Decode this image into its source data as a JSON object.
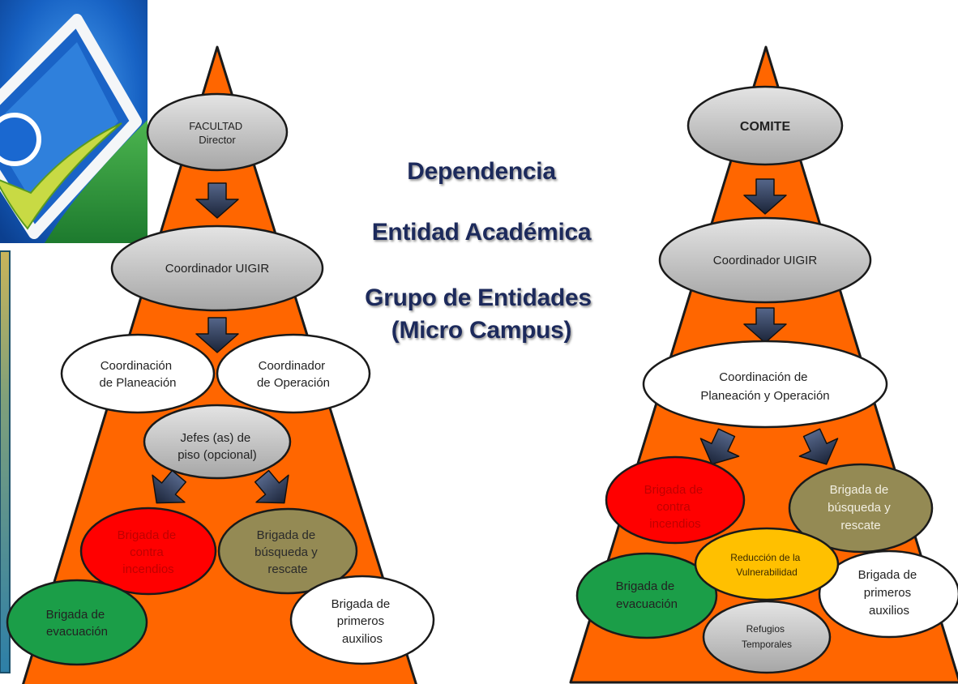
{
  "titles": [
    "Dependencia",
    "Entidad Académica",
    "Grupo de Entidades",
    "(Micro Campus)"
  ],
  "left_pyramid": {
    "facultad": [
      "FACULTAD",
      "Director"
    ],
    "coordinador": [
      "Coordinador UIGIR"
    ],
    "coord_planeacion": [
      "Coordinación",
      "de Planeación"
    ],
    "coord_operacion": [
      "Coordinador",
      "de Operación"
    ],
    "jefes_piso": [
      "Jefes (as) de",
      "piso (opcional)"
    ],
    "brigada_incendios": [
      "Brigada de",
      "contra",
      "incendios"
    ],
    "brigada_busqueda": [
      "Brigada de",
      "búsqueda y",
      "rescate"
    ],
    "brigada_evacuacion": [
      "Brigada de",
      "evacuación"
    ],
    "brigada_auxilios": [
      "Brigada de",
      "primeros",
      "auxilios"
    ]
  },
  "right_pyramid": {
    "comite": [
      "COMITE"
    ],
    "coordinador": [
      "Coordinador UIGIR"
    ],
    "coord_planeacion_operacion": [
      "Coordinación de",
      "Planeación y Operación"
    ],
    "brigada_incendios": [
      "Brigada de",
      "contra",
      "incendios"
    ],
    "brigada_busqueda": [
      "Brigada de",
      "búsqueda y",
      "rescate"
    ],
    "reduccion_vulnerabilidad": [
      "Reducción de la",
      "Vulnerabilidad"
    ],
    "brigada_evacuacion": [
      "Brigada de",
      "evacuación"
    ],
    "brigada_auxilios": [
      "Brigada de",
      "primeros",
      "auxilios"
    ],
    "refugios_temporales": [
      "Refugios",
      "Temporales"
    ]
  },
  "colors": {
    "pyramid": "#ff6600",
    "outline": "#1a1a1a",
    "gray_top": "#e4e4e4",
    "gray_bottom": "#a6a6a6",
    "white": "#ffffff",
    "red": "#ff0000",
    "red_text": "#c00000",
    "olive": "#948a54",
    "olive_text_dark": "#2a2a2a",
    "olive_text_light": "#f2efe2",
    "green": "#1b9e48",
    "yellow": "#ffc000",
    "yellow_text": "#3b2a00",
    "dark_text": "#222222",
    "arrow_top": "#55668a",
    "arrow_bottom": "#1b2438",
    "title": "#1f2a5c"
  }
}
